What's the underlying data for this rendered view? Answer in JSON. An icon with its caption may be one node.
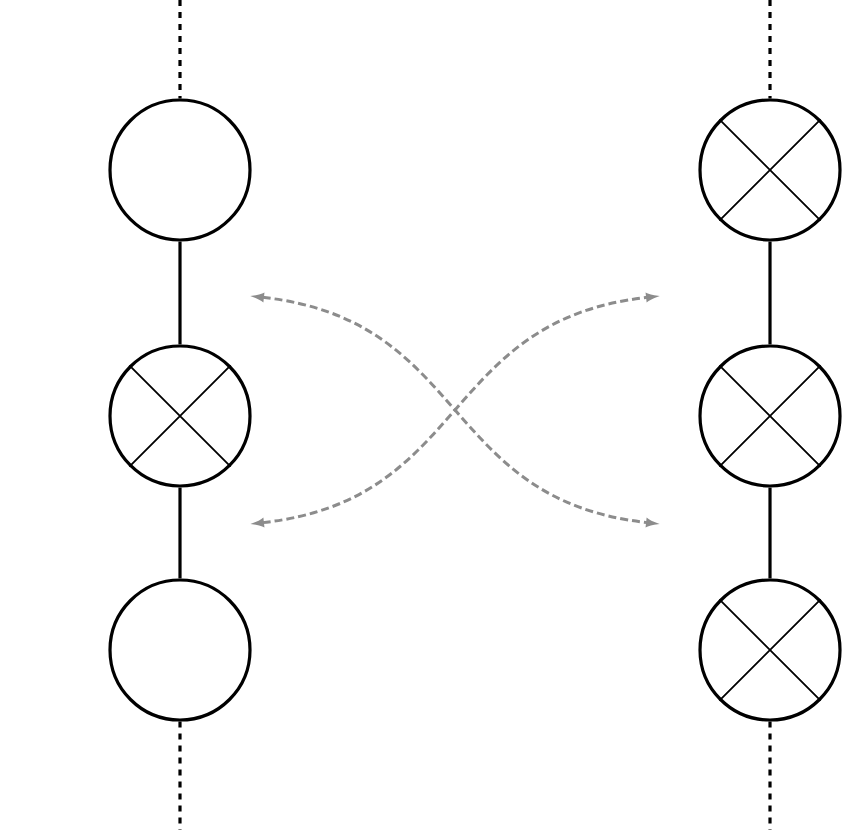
{
  "diagram": {
    "nodes": [
      {
        "text": [],
        "shape": "circle"
      },
      {
        "text": [],
        "shape": "crossed"
      },
      {
        "text": [],
        "shape": "circle"
      },
      {
        "text": [],
        "shape": "crossed"
      },
      {
        "text": [],
        "shape": "crossed"
      },
      {
        "text": [],
        "shape": "crossed"
      }
    ],
    "edges": [
      {
        "from": null,
        "to": 0,
        "arrow": "none",
        "style": "dashed"
      },
      {
        "from": 0,
        "to": 1,
        "arrow": "none"
      },
      {
        "from": 1,
        "to": 2,
        "arrow": "none"
      },
      {
        "from": 2,
        "to": null,
        "arrow": "none",
        "style": "dashed"
      },
      {
        "from": null,
        "to": 3,
        "arrow": "none",
        "style": "dashed"
      },
      {
        "from": 3,
        "to": 4,
        "arrow": "none"
      },
      {
        "from": 4,
        "to": 5,
        "arrow": "none"
      },
      {
        "from": 5,
        "to": null,
        "arrow": "none",
        "style": "dashed"
      }
    ]
  }
}
